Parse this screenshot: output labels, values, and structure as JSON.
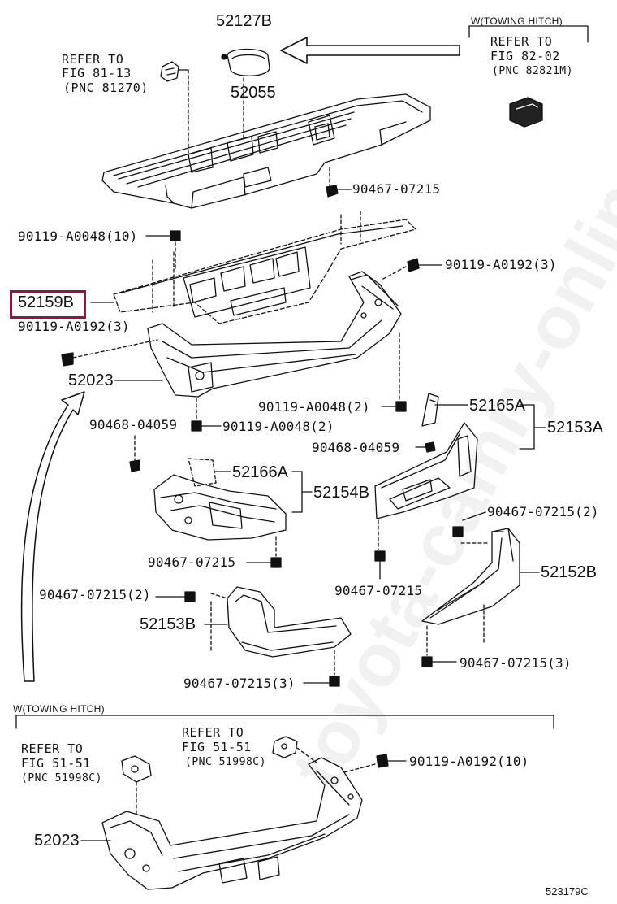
{
  "watermark": "toyota-camry-online.ru",
  "accent_color": "#8b1a3a",
  "illustration_number": "523179C",
  "conditions": {
    "towing_hitch_top": "W(TOWING HITCH)",
    "towing_hitch_bottom": "W(TOWING HITCH)"
  },
  "references": {
    "ref_81_13": {
      "line1": "REFER TO",
      "line2": "FIG 81-13",
      "line3": "(PNC 81270)"
    },
    "ref_82_02": {
      "line1": "REFER TO",
      "line2": "FIG 82-02",
      "line3": "(PNC 82821M)"
    },
    "ref_51_51_left": {
      "line1": "REFER TO",
      "line2": "FIG 51-51",
      "line3": "(PNC 51998C)"
    },
    "ref_51_51_right": {
      "line1": "REFER TO",
      "line2": "FIG 51-51",
      "line3": "(PNC 51998C)"
    }
  },
  "parts": {
    "p52127B": "52127B",
    "p52055": "52055",
    "p90467_07215_a": "90467-07215",
    "p90119_A0048_10": "90119-A0048(10)",
    "p90119_A0192_3_right": "90119-A0192(3)",
    "p52159B": "52159B",
    "p90119_A0192_3_left": "90119-A0192(3)",
    "p52023_top": "52023",
    "p90119_A0048_2_a": "90119-A0048(2)",
    "p52165A": "52165A",
    "p52153A": "52153A",
    "p90468_04059_left": "90468-04059",
    "p90119_A0048_2_b": "90119-A0048(2)",
    "p90468_04059_right": "90468-04059",
    "p52166A": "52166A",
    "p52154B": "52154B",
    "p90467_07215_2_right": "90467-07215(2)",
    "p90467_07215_b": "90467-07215",
    "p52152B": "52152B",
    "p90467_07215_2_left": "90467-07215(2)",
    "p90467_07215_c": "90467-07215",
    "p52153B": "52153B",
    "p90467_07215_3_right": "90467-07215(3)",
    "p90467_07215_3_bottom": "90467-07215(3)",
    "p90119_A0192_10": "90119-A0192(10)",
    "p52023_bottom": "52023"
  },
  "highlighted_part": "52159B"
}
